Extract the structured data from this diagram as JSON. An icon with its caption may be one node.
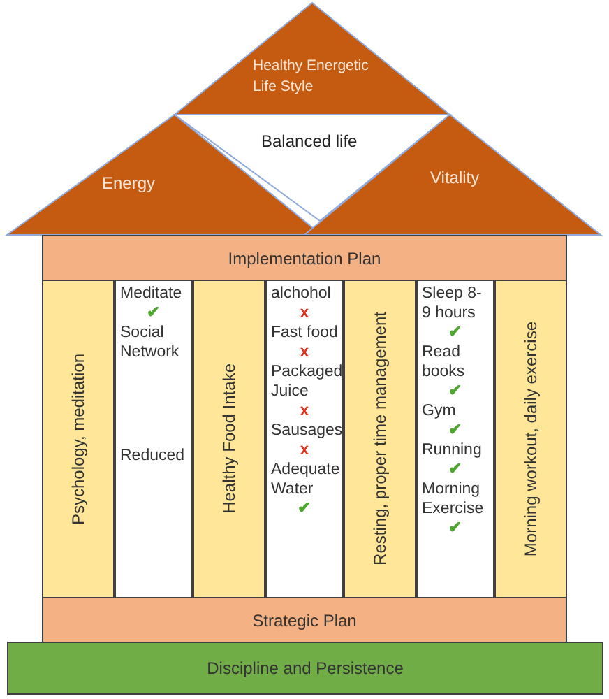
{
  "diagram": {
    "nodes": [
      {
        "text": [
          "Healthy Energetic Life Style"
        ]
      },
      {
        "text": [
          "Energy"
        ]
      },
      {
        "text": [
          "Balanced life"
        ]
      },
      {
        "text": [
          "Vitality"
        ]
      },
      {
        "text": [
          "Implementation Plan"
        ]
      },
      {
        "text": [
          "Psychology, meditation"
        ]
      },
      {
        "text": [
          "Meditate",
          "✔",
          "Social Network",
          "Reduced"
        ]
      },
      {
        "text": [
          "Healthy Food Intake"
        ]
      },
      {
        "text": [
          "alchohol",
          "x",
          "Fast food",
          "x",
          "Packaged Juice",
          "x",
          "Sausages",
          "x",
          "Adequate Water",
          "✔"
        ]
      },
      {
        "text": [
          "Resting, proper time management"
        ]
      },
      {
        "text": [
          "Sleep 8-9 hours",
          "✔",
          "Read books",
          "✔",
          "Gym",
          "✔",
          "Running",
          "✔",
          "Morning Exercise",
          "✔"
        ]
      },
      {
        "text": [
          "Morning workout, daily exercise"
        ]
      },
      {
        "text": [
          "Strategic Plan"
        ]
      },
      {
        "text": [
          "Discipline and Persistence"
        ]
      }
    ]
  }
}
